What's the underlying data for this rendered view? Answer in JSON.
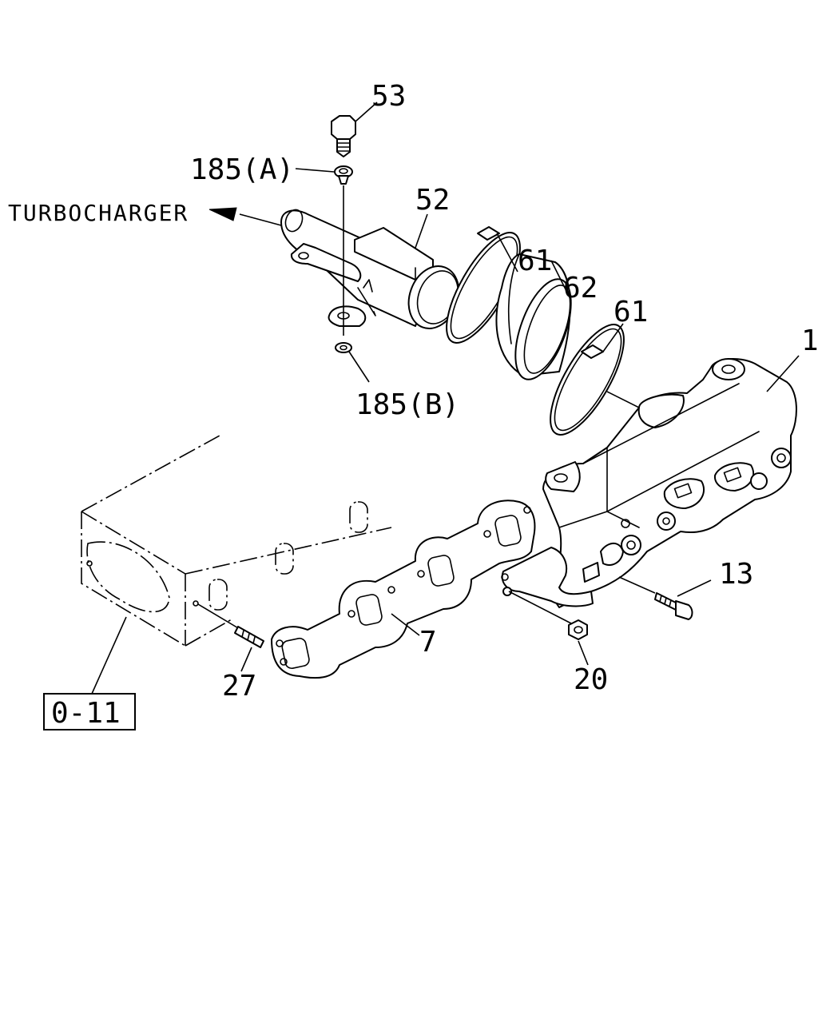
{
  "diagram": {
    "callouts": {
      "p53": "53",
      "p185a": "185(A)",
      "p52": "52",
      "p61a": "61",
      "p62": "62",
      "p61b": "61",
      "p1": "1",
      "p185b": "185(B)",
      "p13": "13",
      "p7": "7",
      "p27": "27",
      "p20": "20"
    },
    "direction_label": "TURBOCHARGER",
    "reference_box": "0-11"
  }
}
